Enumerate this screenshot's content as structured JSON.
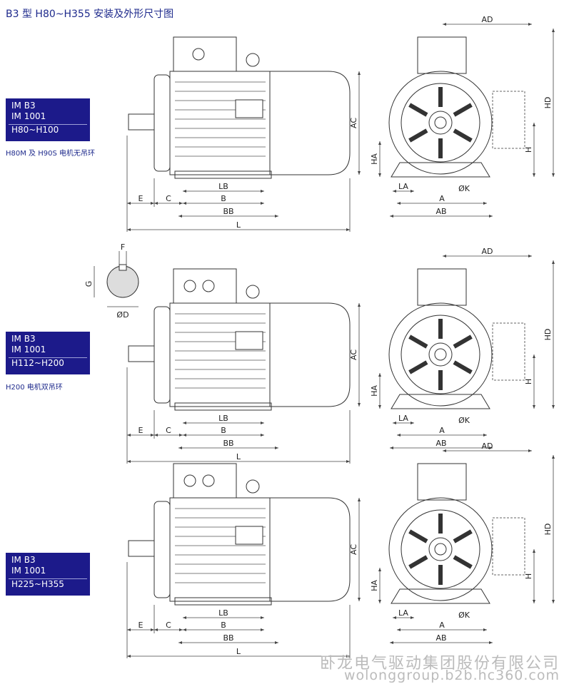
{
  "title": "B3 型 H80~H355 安装及外形尺寸图",
  "rows": [
    {
      "mount1": "IM B3",
      "mount2": "IM 1001",
      "frame": "H80~H100",
      "note": "H80M 及 H90S 电机无吊环"
    },
    {
      "mount1": "IM B3",
      "mount2": "IM 1001",
      "frame": "H112~H200",
      "note": "H200 电机双吊环"
    },
    {
      "mount1": "IM B3",
      "mount2": "IM 1001",
      "frame": "H225~H355"
    }
  ],
  "dims": {
    "E": "E",
    "C": "C",
    "LB": "LB",
    "B": "B",
    "BB": "BB",
    "L": "L",
    "AC": "AC",
    "AD": "AD",
    "HD": "HD",
    "H": "H",
    "HA": "HA",
    "LA": "LA",
    "A": "A",
    "K": "ØK",
    "AB": "AB"
  },
  "shaft": {
    "F": "F",
    "G": "G",
    "D": "ØD"
  },
  "watermark": {
    "company": "卧龙电气驱动集团股份有限公司",
    "site": "wolonggroup.b2b.hc360.com"
  }
}
